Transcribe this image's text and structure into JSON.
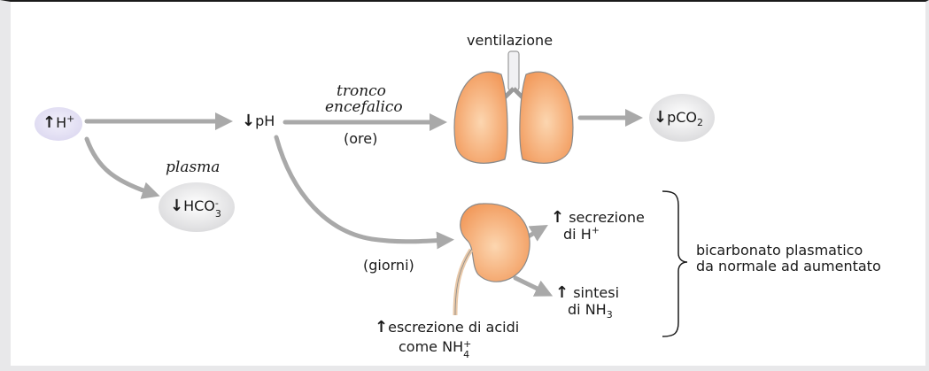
{
  "nodes": {
    "h_plus": {
      "base": "H",
      "sup": "+"
    },
    "ph": "pH",
    "hco3": {
      "base": "HCO",
      "sub": "3",
      "sup": "-"
    },
    "pco2": {
      "base": "pCO",
      "sub": "2"
    }
  },
  "labels": {
    "ventilazione": "ventilazione",
    "tronco": "tronco",
    "encefalico": "encefalico",
    "ore": "(ore)",
    "plasma": "plasma",
    "giorni": "(giorni)",
    "secrezione": "secrezione",
    "di_h": {
      "base": "di H",
      "sup": "+"
    },
    "sintesi": "sintesi",
    "di_nh3": {
      "base": "di NH",
      "sub": "3"
    },
    "escrezione": "escrezione di acidi",
    "come_nh4": {
      "base": "come NH",
      "sub": "4",
      "sup": "+"
    },
    "bicarb_line1": "bicarbonato plasmatico",
    "bicarb_line2": "da normale ad aumentato"
  },
  "colors": {
    "arrow": "#a9a9a9",
    "organ": "#f4a068",
    "organ_light": "#fde2c8",
    "bubble": "#e6e6e8",
    "h_bubble": "#e4e2f4"
  },
  "icons": [
    "up-arrow-icon",
    "down-arrow-icon",
    "lungs-icon",
    "kidney-icon",
    "brace-icon"
  ]
}
